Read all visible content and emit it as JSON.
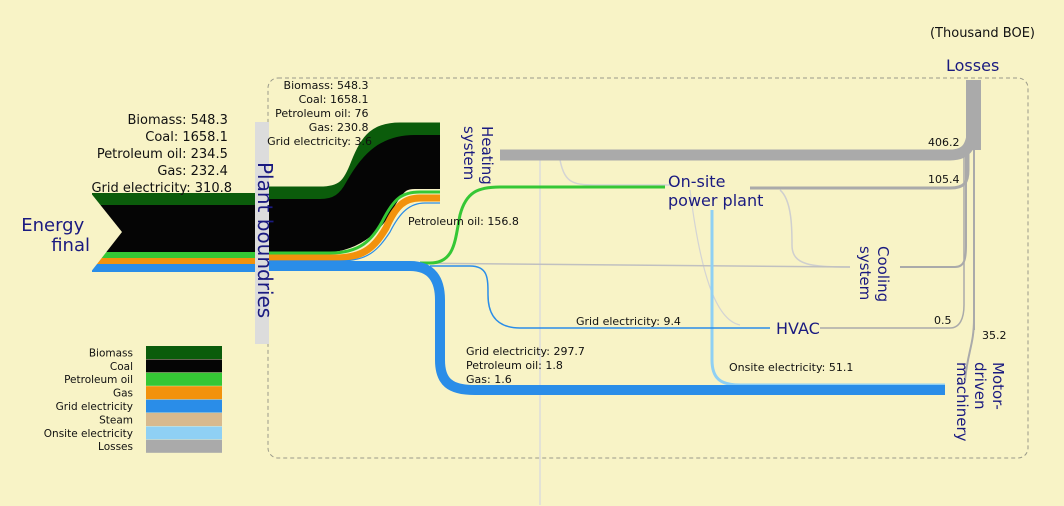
{
  "unit": "(Thousand BOE)",
  "nodes": {
    "energy_final": [
      "Energy",
      "final"
    ],
    "plant_boundries": "Plant boundries",
    "heating_system": [
      "Heating",
      "system"
    ],
    "onsite_power_plant": [
      "On-site",
      "power plant"
    ],
    "cooling_system": [
      "Cooling",
      "system"
    ],
    "hvac": "HVAC",
    "losses": "Losses",
    "motor_driven_machinery": [
      "Motor-",
      "driven",
      "machinery"
    ]
  },
  "energy_final_values": [
    "Biomass: 548.3",
    "Coal: 1658.1",
    "Petroleum oil: 234.5",
    "Gas: 232.4",
    "Grid electricity: 310.8"
  ],
  "heating_inputs": [
    "Biomass: 548.3",
    "Coal: 1658.1",
    "Petroleum oil: 76",
    "Gas: 230.8",
    "Grid electricity: 3.6"
  ],
  "flow_labels": {
    "petroleum_to_power_plant": "Petroleum oil: 156.8",
    "grid_to_hvac": "Grid electricity: 9.4",
    "onsite_electricity": "Onsite electricity: 51.1",
    "motor_inputs": [
      "Grid electricity: 297.7",
      "Petroleum oil: 1.8",
      "Gas: 1.6"
    ],
    "loss_heating": "406.2",
    "loss_power_plant": "105.4",
    "loss_hvac": "0.5",
    "loss_motor": "35.2"
  },
  "legend": [
    {
      "label": "Biomass",
      "color": "#0b5c0b"
    },
    {
      "label": "Coal",
      "color": "#050505"
    },
    {
      "label": "Petroleum oil",
      "color": "#35c735"
    },
    {
      "label": "Gas",
      "color": "#f2920c"
    },
    {
      "label": "Grid electricity",
      "color": "#2a8de8"
    },
    {
      "label": "Steam",
      "color": "#d7b98e"
    },
    {
      "label": "Onsite electricity",
      "color": "#8fd0f4"
    },
    {
      "label": "Losses",
      "color": "#aaaaaa"
    }
  ]
}
